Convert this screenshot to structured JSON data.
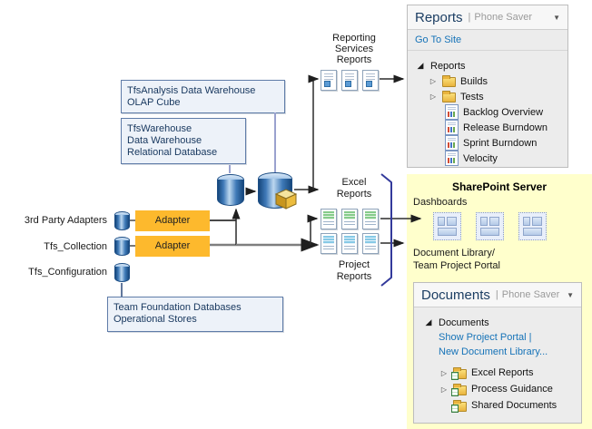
{
  "icons": {
    "dropdown": "▼",
    "expanded": "◢",
    "collapsed": "▷"
  },
  "diagram": {
    "boxes": {
      "tfs_analysis": "TfsAnalysis Data Warehouse\nOLAP Cube",
      "tfs_warehouse": "TfsWarehouse\nData Warehouse\nRelational Database",
      "team_foundation": "Team Foundation Databases\nOperational Stores"
    },
    "labels": {
      "third_party": "3rd Party Adapters",
      "tfs_collection": "Tfs_Collection",
      "tfs_configuration": "Tfs_Configuration",
      "adapter": "Adapter",
      "reporting_services": "Reporting\nServices\nReports",
      "excel_reports": "Excel\nReports",
      "project_reports": "Project\nReports"
    },
    "colors": {
      "box_fill": "#edf2f9",
      "box_border": "#5f7ca8",
      "adapter_fill": "#fdb92d",
      "cylinder_blue": "#3f7ab8",
      "cube_gold": "#e8bb3a",
      "sharepoint_bg": "#ffffcc",
      "link_blue": "#1673b8",
      "brace_blue": "#333a9b"
    }
  },
  "reports_panel": {
    "title": "Reports",
    "separator": "|",
    "subtitle": "Phone Saver",
    "go_to_site": "Go To Site",
    "tree": {
      "root": "Reports",
      "items": [
        {
          "label": "Builds",
          "icon": "folder",
          "expandable": true
        },
        {
          "label": "Tests",
          "icon": "folder",
          "expandable": true
        },
        {
          "label": "Backlog Overview",
          "icon": "report",
          "expandable": false
        },
        {
          "label": "Release Burndown",
          "icon": "report",
          "expandable": false
        },
        {
          "label": "Sprint Burndown",
          "icon": "report",
          "expandable": false
        },
        {
          "label": "Velocity",
          "icon": "report",
          "expandable": false
        }
      ]
    }
  },
  "sharepoint": {
    "title": "SharePoint Server",
    "dashboards_label": "Dashboards",
    "document_library_label": "Document Library/\nTeam Project Portal"
  },
  "documents_panel": {
    "title": "Documents",
    "separator": "|",
    "subtitle": "Phone Saver",
    "root": "Documents",
    "links": [
      "Show Project Portal |",
      "New Document Library..."
    ],
    "items": [
      {
        "label": "Excel Reports",
        "expandable": true
      },
      {
        "label": "Process Guidance",
        "expandable": true
      },
      {
        "label": "Shared Documents",
        "expandable": false
      }
    ]
  }
}
